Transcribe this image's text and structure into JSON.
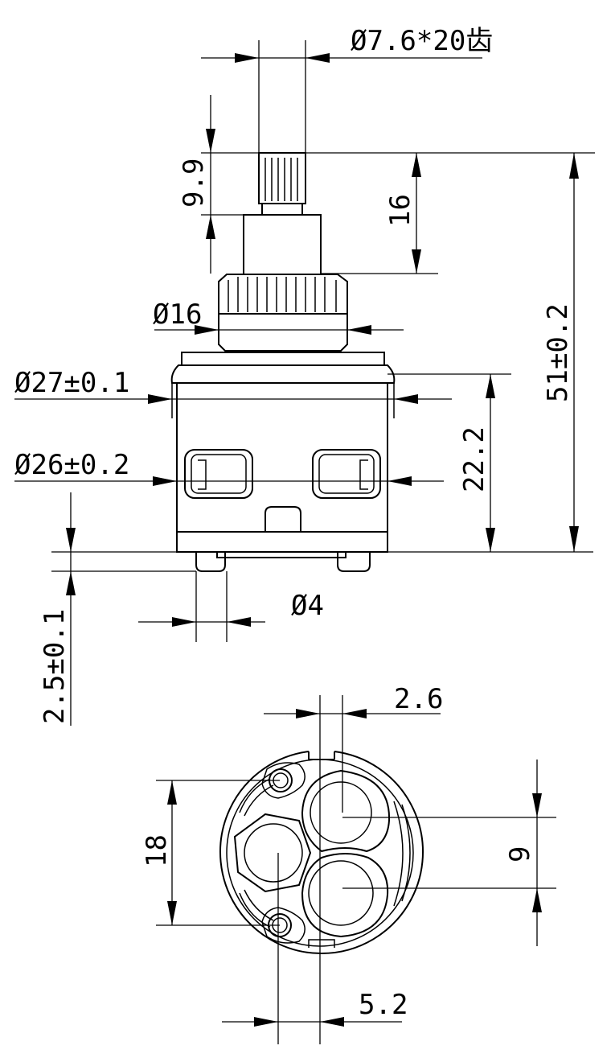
{
  "dimensions": {
    "spline": "Ø7.6*20齿",
    "spline_height": "9.9",
    "stem_height": "16",
    "total_height": "51±0.2",
    "neck_diameter": "Ø16",
    "body_upper_diameter": "Ø27±0.1",
    "body_lower_diameter": "Ø26±0.2",
    "body_height": "22.2",
    "bottom_offset": "2.5±0.1",
    "pin_diameter": "Ø4",
    "port_offset_top": "2.6",
    "pin_spacing": "18",
    "port_spacing": "9",
    "port_offset_bottom": "5.2"
  }
}
